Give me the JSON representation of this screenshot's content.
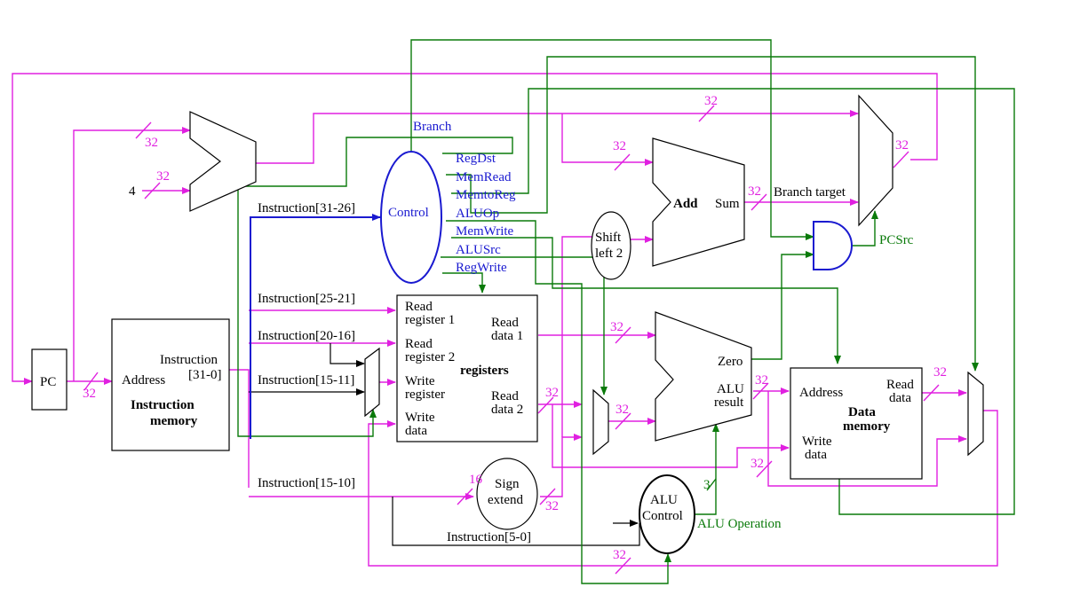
{
  "colors": {
    "data_path": "#e020e0",
    "control_path": "#0a7a0a",
    "control_unit": "#1a1ad0",
    "black": "#000000"
  },
  "labels": {
    "pc": "PC",
    "address": "Address",
    "instruction": "Instruction",
    "instruction_bits": "[31-0]",
    "instruction_memory_1": "Instruction",
    "instruction_memory_2": "memory",
    "four": "4",
    "branch": "Branch",
    "control": "Control",
    "regdst": "RegDst",
    "memread": "MemRead",
    "memtoreg": "MemtoReg",
    "aluop": "ALUOp",
    "memwrite": "MemWrite",
    "alusrc": "ALUSrc",
    "regwrite": "RegWrite",
    "instr_31_26": "Instruction[31-26]",
    "instr_25_21": "Instruction[25-21]",
    "instr_20_16": "Instruction[20-16]",
    "instr_15_11": "Instruction[15-11]",
    "instr_15_10": "Instruction[15-10]",
    "instr_5_0": "Instruction[5-0]",
    "read_register_1a": "Read",
    "read_register_1b": "register 1",
    "read_register_2a": "Read",
    "read_register_2b": "register 2",
    "write_register_a": "Write",
    "write_register_b": "register",
    "write_data_a": "Write",
    "write_data_b": "data",
    "read_data_1a": "Read",
    "read_data_1b": "data 1",
    "read_data_2a": "Read",
    "read_data_2b": "data 2",
    "registers": "registers",
    "shift_left_a": "Shift",
    "shift_left_b": "left 2",
    "add": "Add",
    "sum": "Sum",
    "branch_target": "Branch target",
    "pcsrc": "PCSrc",
    "zero": "Zero",
    "alu_result_a": "ALU",
    "alu_result_b": "result",
    "sign_extend_a": "Sign",
    "sign_extend_b": "extend",
    "alu_control_a": "ALU",
    "alu_control_b": "Control",
    "alu_operation": "ALU Operation",
    "three": "3",
    "dm_address": "Address",
    "dm_read_data_a": "Read",
    "dm_read_data_b": "data",
    "dm_write_data_a": "Write",
    "dm_write_data_b": "data",
    "data_memory_a": "Data",
    "data_memory_b": "memory",
    "w32": "32",
    "w16": "16"
  }
}
